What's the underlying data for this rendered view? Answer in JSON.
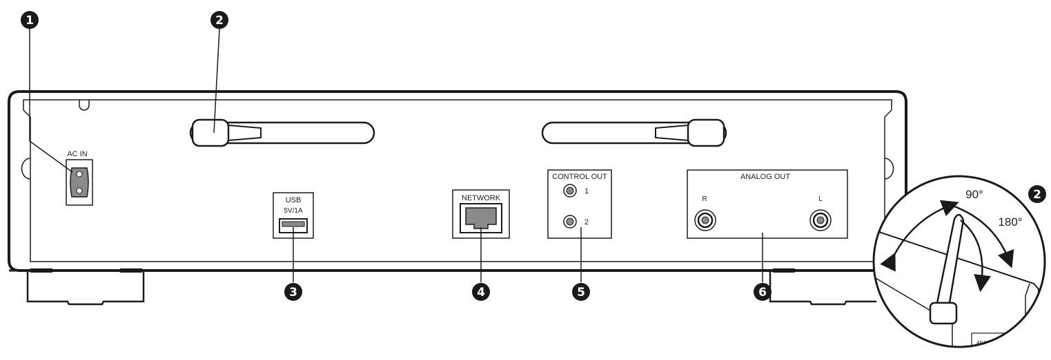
{
  "callouts": {
    "c1": "1",
    "c2": "2",
    "c3": "3",
    "c4": "4",
    "c5": "5",
    "c6": "6"
  },
  "panel_labels": {
    "ac_in": "AC IN",
    "usb": "USB",
    "usb_rating": "5V/1A",
    "network": "NETWORK",
    "control_out": "CONTROL OUT",
    "control_out_1": "1",
    "control_out_2": "2",
    "analog_out": "ANALOG OUT",
    "analog_r": "R",
    "analog_l": "L"
  },
  "inset": {
    "callout": "2",
    "angle_90": "90°",
    "angle_180": "180°",
    "inset_panel_text": "ANALOG OUT"
  },
  "colors": {
    "line": "#1a1a1a",
    "callout_fill": "#1a1a1a",
    "connector_fill": "#8a8a8a",
    "background": "#ffffff"
  }
}
